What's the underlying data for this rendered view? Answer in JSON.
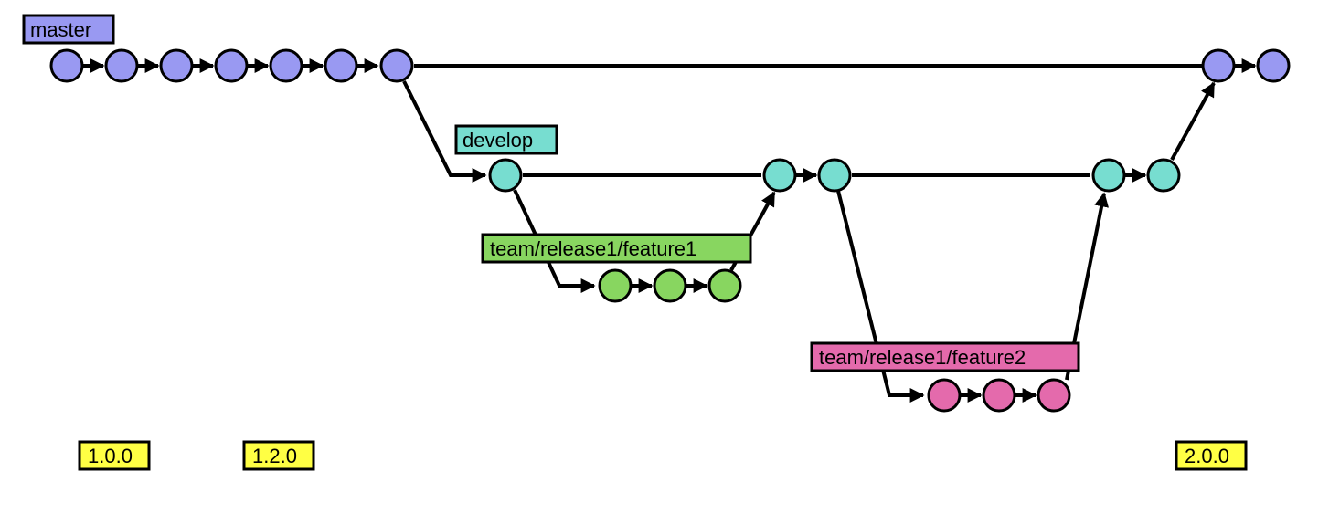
{
  "branches": [
    {
      "id": "master",
      "name": "master",
      "color": "#9999f2"
    },
    {
      "id": "develop",
      "name": "develop",
      "color": "#77ddd0"
    },
    {
      "id": "feature1",
      "name": "team/release1/feature1",
      "color": "#88d660"
    },
    {
      "id": "feature2",
      "name": "team/release1/feature2",
      "color": "#e46aac"
    }
  ],
  "tags": [
    "1.0.0",
    "1.2.0",
    "2.0.0"
  ],
  "colors": {
    "tag_fill": "#ffff44",
    "line": "#000000"
  }
}
